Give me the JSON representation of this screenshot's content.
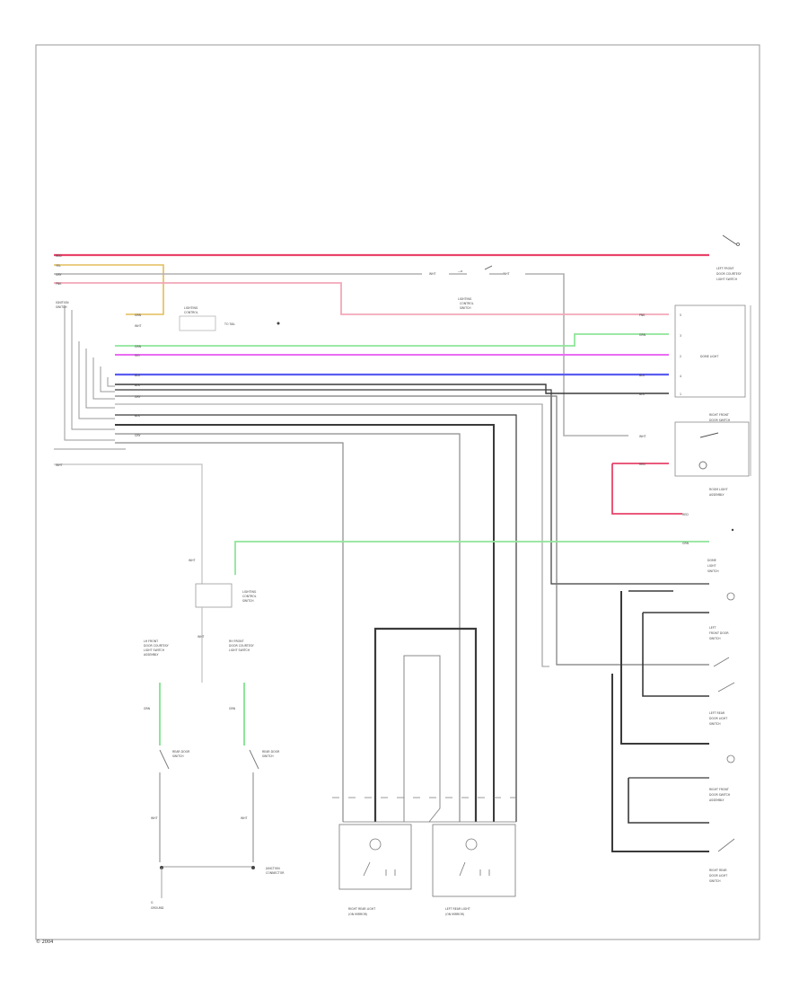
{
  "colors": {
    "red": "#e8436a",
    "pink": "#f2a7b8",
    "yellow": "#e3bd5a",
    "green": "#8ee59a",
    "magenta": "#ea6cf2",
    "blue": "#5b5cf0",
    "black": "#3a3a3a",
    "gray": "#9a9a9a",
    "lightgray": "#c8c8c8"
  },
  "footer": "© 2004",
  "labels": {
    "top_right_switch": "",
    "ignition_switch": "IGNITION SWITCH",
    "dome_light": "DOME LIGHT",
    "right_door_sw": "RIGHT FRONT DOOR SW",
    "left_door_sw": "LEFT FRONT DOOR SW",
    "rear_left_lamp": "RIGHT REAR LIGHT",
    "rear_right_lamp": "LEFT REAR LIGHT",
    "ground": "G",
    "junction": "JUNCTION"
  }
}
